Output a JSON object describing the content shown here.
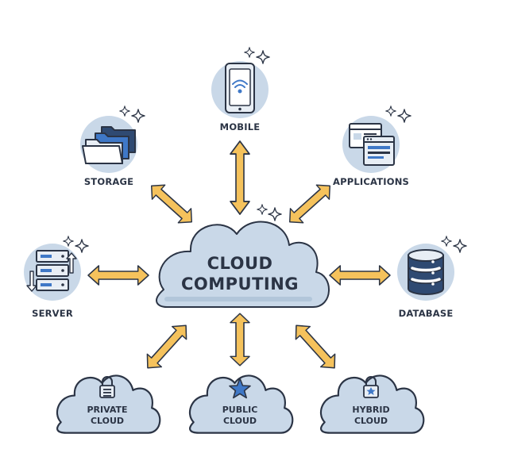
{
  "center": {
    "line1": "CLOUD",
    "line2": "COMPUTING"
  },
  "nodes": {
    "mobile": "MOBILE",
    "storage": "STORAGE",
    "applications": "APPLICATIONS",
    "server": "SERVER",
    "database": "DATABASE"
  },
  "clouds": {
    "private": {
      "line1": "PRIVATE",
      "line2": "CLOUD"
    },
    "public": {
      "line1": "PUBLIC",
      "line2": "CLOUD"
    },
    "hybrid": {
      "line1": "HYBRID",
      "line2": "CLOUD"
    }
  },
  "colors": {
    "outline": "#2b3445",
    "cloud_fill": "#c9d8e8",
    "circle_fill": "#c9d8e8",
    "arrow_fill": "#f5c25c",
    "accent_blue": "#3f78c7"
  }
}
